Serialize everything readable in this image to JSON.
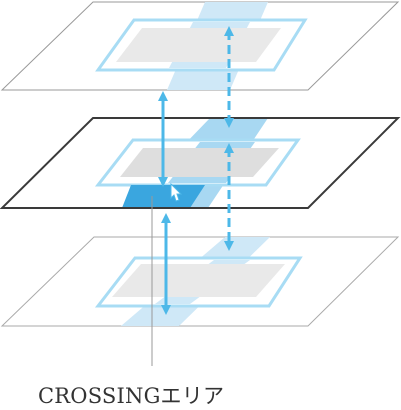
{
  "diagram": {
    "caption": "CROSSINGエリア",
    "colors": {
      "frame_top": "#999999",
      "frame_middle": "#3a3a3a",
      "frame_bottom": "#aaaaaa",
      "band_light": "#cfe8f7",
      "band_mid": "#a8d8f2",
      "crossing": "#3aa6df",
      "inner_fill": "#e9e9e9",
      "inner_fill_active": "#dedede",
      "inner_outline": "#a8dcf4",
      "arrow": "#4db8e8",
      "leader": "#999999"
    },
    "icons": [
      "double-headed-arrow",
      "dashed-double-headed-arrow",
      "cursor-arrow"
    ]
  }
}
